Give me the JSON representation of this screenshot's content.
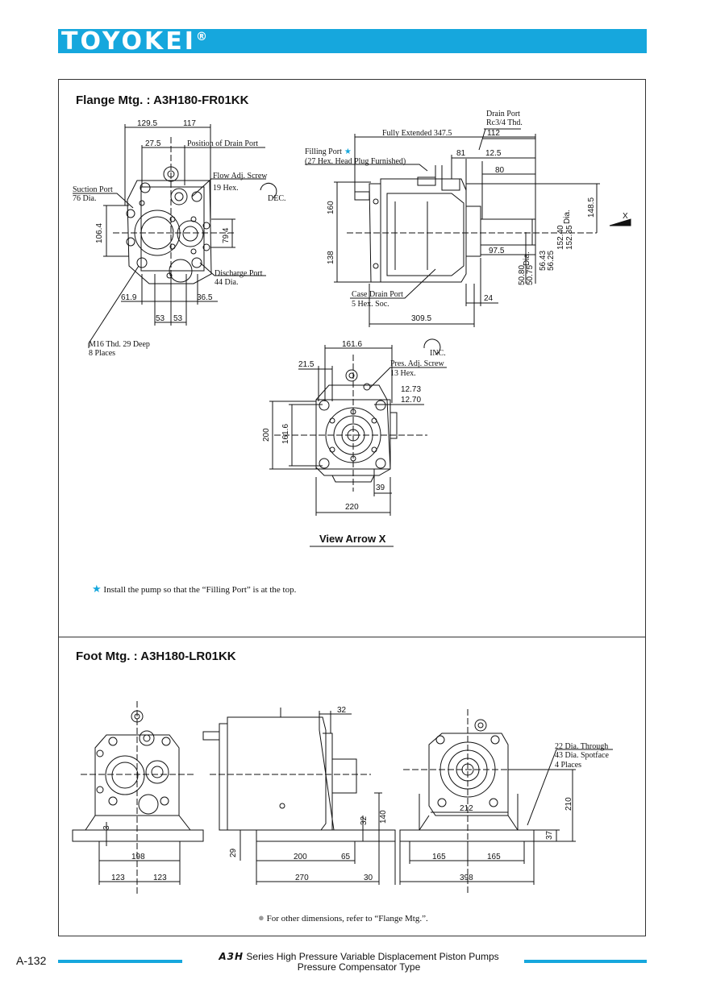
{
  "brand": {
    "name": "TOYOKEI",
    "registered": "®"
  },
  "flange": {
    "title": "Flange Mtg. : A3H180-FR01KK",
    "labels": {
      "suction": "Suction Port",
      "suction_sz": "76 Dia.",
      "flow": "Flow Adj. Screw",
      "flow_sz": "19 Hex.",
      "dec": "DEC.",
      "discharge": "Discharge Port",
      "discharge_sz": "44 Dia.",
      "m16": "M16 Thd. 29 Deep",
      "m16_n": "8 Places",
      "pos_drain": "Position of Drain Port",
      "drain": "Drain Port",
      "drain_sz": "Rc3/4 Thd.",
      "fully": "Fully Extended 347.5",
      "filling": "Filling Port",
      "filling_sz": "(27 Hex. Head Plug Furnished)",
      "case_drain": "Case Drain Port",
      "case_drain_sz": "5 Hex. Soc.",
      "pres": "Pres. Adj. Screw",
      "pres_sz": "13 Hex.",
      "inc": "INC.",
      "x": "X",
      "dia": "Dia."
    },
    "dims": {
      "d129_5": "129.5",
      "d117": "117",
      "d27_5": "27.5",
      "d106_4": "106.4",
      "d79_4": "79.4",
      "d61_9": "61.9",
      "d36_5": "36.5",
      "d53a": "53",
      "d53b": "53",
      "d112": "112",
      "d81": "81",
      "d12_5": "12.5",
      "d80": "80",
      "d160": "160",
      "d138": "138",
      "d148_5": "148.5",
      "d97_5": "97.5",
      "d24": "24",
      "d309_5": "309.5",
      "d152_40": "152.40",
      "d152_35": "152.35",
      "d56_43": "56.43",
      "d56_25": "56.25",
      "d50_80": "50.80",
      "d50_75": "50.75",
      "d161_6a": "161.6",
      "d21_5": "21.5",
      "d12_73": "12.73",
      "d12_70": "12.70",
      "d200": "200",
      "d161_6b": "161.6",
      "d39": "39",
      "d220": "220"
    },
    "view_arrow": "View Arrow X",
    "install_note": "Install the pump so that the “Filling Port” is at the top."
  },
  "foot": {
    "title": "Foot Mtg. : A3H180-LR01KK",
    "labels": {
      "through": "22 Dia. Through",
      "spotface": "43 Dia. Spotface",
      "places": "4 Places"
    },
    "dims": {
      "d3": "3",
      "d198": "198",
      "d123a": "123",
      "d123b": "123",
      "d32a": "32",
      "d32b": "32",
      "d140": "140",
      "d29": "29",
      "d200": "200",
      "d65": "65",
      "d270": "270",
      "d30": "30",
      "d212": "212",
      "d210": "210",
      "d37": "37",
      "d165a": "165",
      "d165b": "165",
      "d398": "398"
    },
    "note": "For other dimensions, refer to “Flange Mtg.”."
  },
  "footer": {
    "page": "A-132",
    "series_logo": "A3H",
    "series_text": "Series High Pressure Variable Displacement Piston Pumps",
    "type_text": "Pressure Compensator Type"
  },
  "colors": {
    "brand": "#16a7dd",
    "star": "#16a7dd",
    "bullet": "#9a9a9a"
  }
}
